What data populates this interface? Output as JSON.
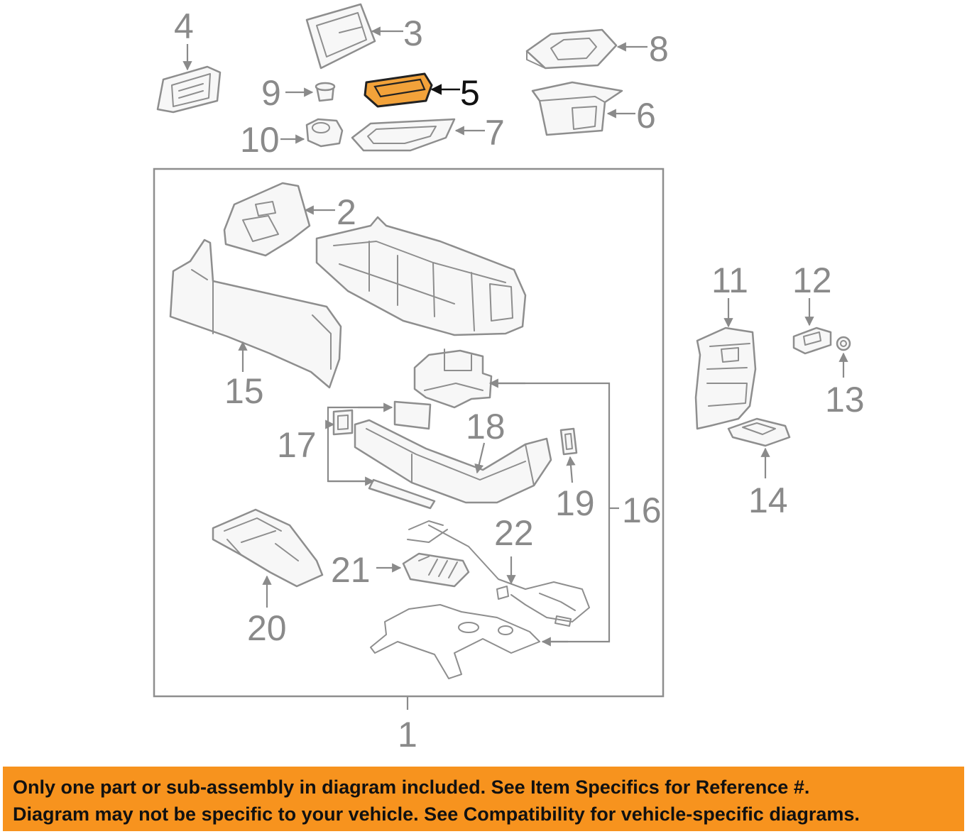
{
  "diagram": {
    "highlighted_part": "5",
    "highlight_color": "#f2a23a",
    "callouts": {
      "c1": "1",
      "c2": "2",
      "c3": "3",
      "c4": "4",
      "c5": "5",
      "c6": "6",
      "c7": "7",
      "c8": "8",
      "c9": "9",
      "c10": "10",
      "c11": "11",
      "c12": "12",
      "c13": "13",
      "c14": "14",
      "c15": "15",
      "c16": "16",
      "c17": "17",
      "c18": "18",
      "c19": "19",
      "c20": "20",
      "c21": "21",
      "c22": "22"
    }
  },
  "notice": {
    "line1": "Only one part or sub-assembly in diagram included. See Item Specifics for Reference #.",
    "line2": "Diagram may not be specific to your vehicle. See Compatibility for vehicle-specific diagrams.",
    "background": "#f7931e"
  }
}
